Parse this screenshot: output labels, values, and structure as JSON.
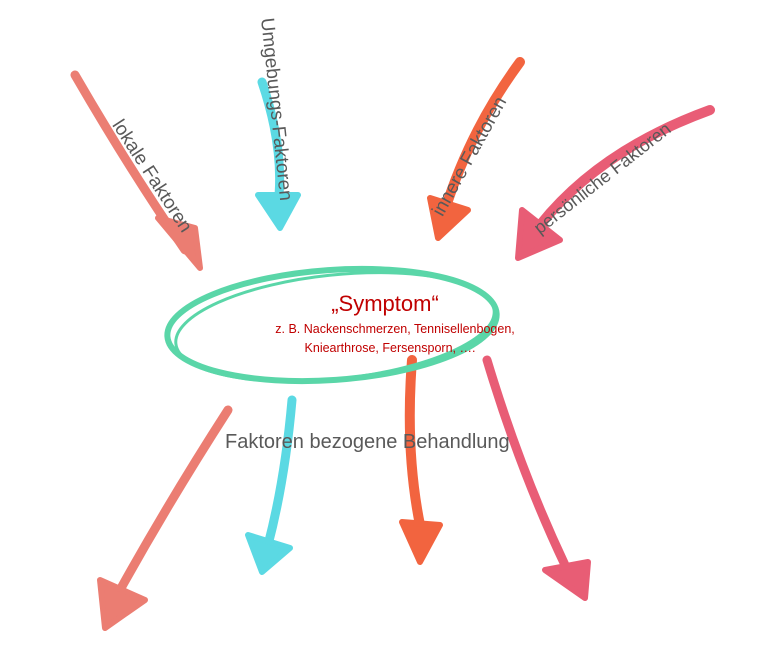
{
  "inputs": {
    "lokale": "lokale Faktoren",
    "umgebung": "Umgebungs-Faktoren",
    "innere": "innere Faktoren",
    "persoenlich": "persönliche Faktoren"
  },
  "center": {
    "title": "„Symptom“",
    "line1": "z. B. Nackenschmerzen, Tennisellenbogen,",
    "line2": "Kniearthrose, Fersensporn, …."
  },
  "output": "Faktoren bezogene Behandlung",
  "colors": {
    "salmon": "#e8675a",
    "cyan": "#3fd3df",
    "orange": "#f04a1e",
    "red": "#e5415e",
    "green": "#3ecf9a",
    "symptom": "#c00000",
    "text": "#595959"
  }
}
